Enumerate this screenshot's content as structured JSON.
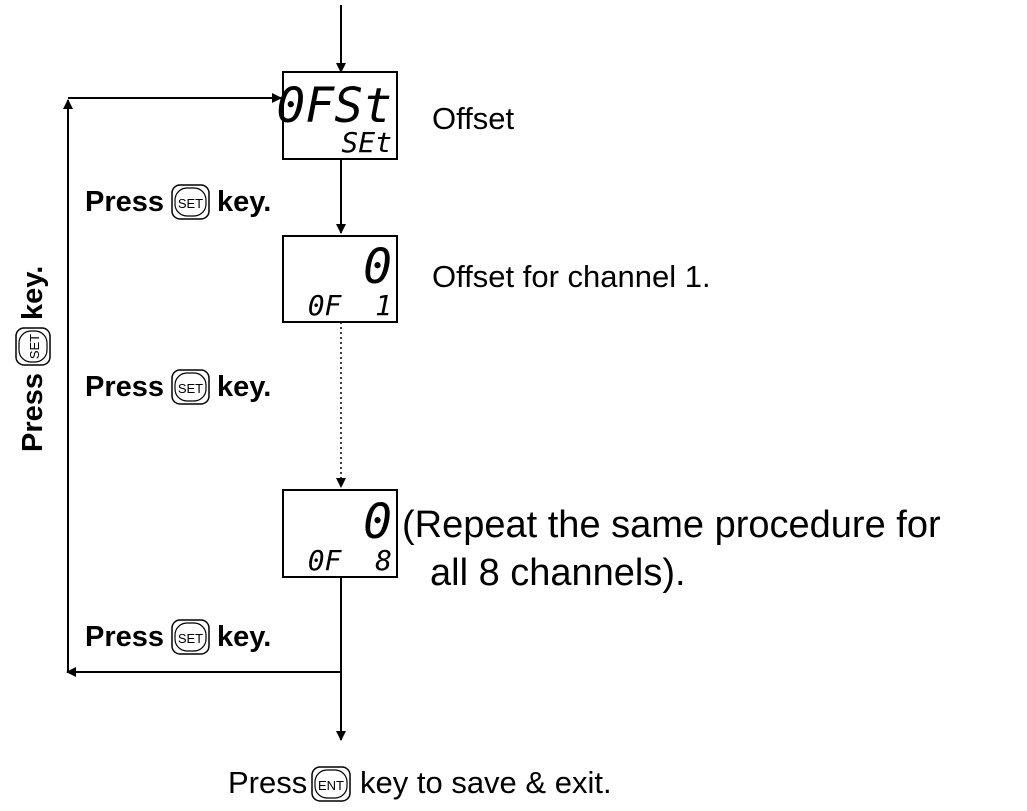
{
  "displays": {
    "offset_menu": {
      "top": "0FSt",
      "bottom": "SEt"
    },
    "channel_1": {
      "top": "0",
      "bottom": "0F  1"
    },
    "channel_8": {
      "top": "0",
      "bottom": "0F  8"
    }
  },
  "labels": {
    "offset": "Offset",
    "offset_channel_1": "Offset for channel 1.",
    "repeat_line1": "(Repeat the same procedure for",
    "repeat_line2": "all 8 channels).",
    "footer_prefix": "Press",
    "footer_suffix": "key to save & exit."
  },
  "steps": {
    "press_word": "Press",
    "key_word": "key."
  },
  "side_label": {
    "press_word": "Press",
    "key_word": "key."
  },
  "keys": {
    "set": "SET",
    "ent": "ENT"
  }
}
